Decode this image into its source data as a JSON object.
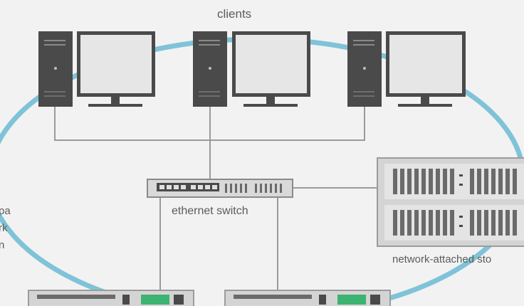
{
  "labels": {
    "clients": "clients",
    "switch": "ethernet switch",
    "nas": "network-attached sto",
    "side_lines": [
      "pa",
      "rk",
      "n"
    ]
  },
  "colors": {
    "background": "#f2f2f2",
    "ring": "#7fc3d8",
    "tower": "#4a4a4a",
    "monitor_frame": "#4a4a4a",
    "monitor_screen": "#e6e6e6",
    "cable": "#9a9a9a",
    "rack": "#d4d4d4",
    "rack_edge": "#9c9c9c",
    "drive": "#6a6a6a",
    "green_accent": "#3cb371"
  },
  "icons": [
    "desktop-tower-icon",
    "monitor-icon",
    "ethernet-switch-icon",
    "nas-rack-icon",
    "server-rack-icon"
  ]
}
